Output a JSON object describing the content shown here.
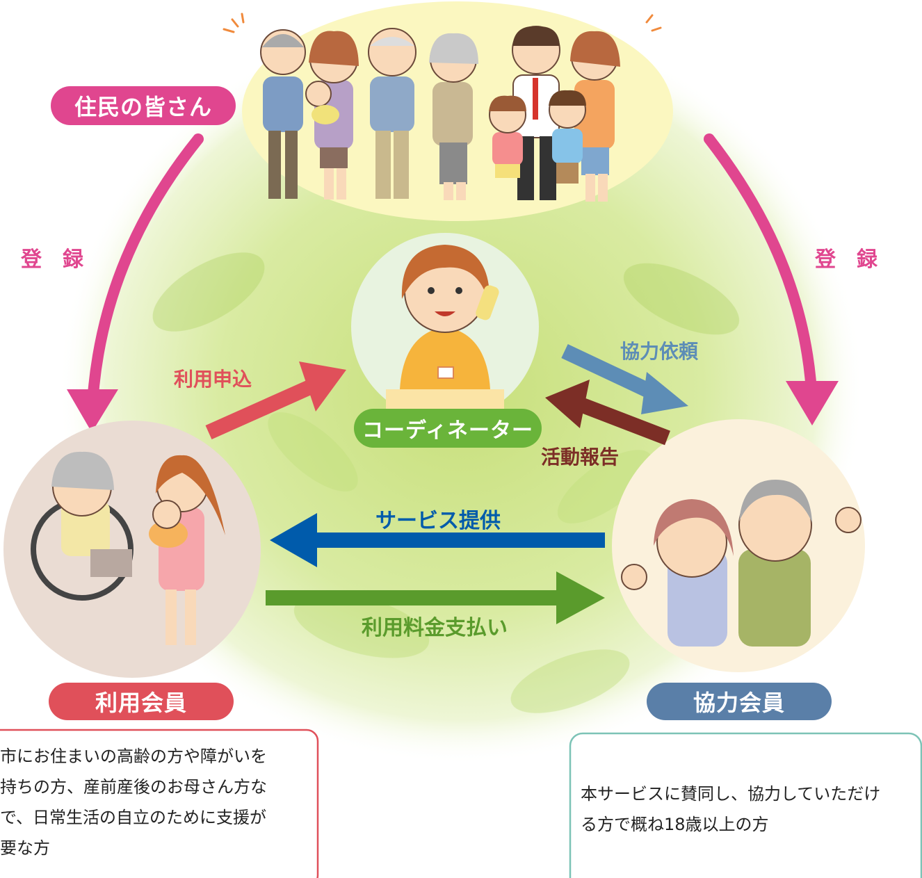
{
  "colors": {
    "pink": "#e0468f",
    "red": "#e0505a",
    "blue": "#005bab",
    "steel": "#5d8db6",
    "green": "#5a9b2c",
    "brown": "#7c2e26",
    "coordinator": "#6ab43a",
    "member_blue": "#5a7fa8"
  },
  "residents_label": "住民の皆さん",
  "register_left": "登　録",
  "register_right": "登　録",
  "coordinator_label": "コーディネーター",
  "arrows": {
    "apply": "利用申込",
    "request": "協力依頼",
    "report": "活動報告",
    "service": "サービス提供",
    "payment": "利用料金支払い"
  },
  "user_member": {
    "title": "利用会員",
    "desc_lines": [
      "市にお住まいの高齢の方や障がいを",
      "持ちの方、産前産後のお母さん方な",
      "で、日常生活の自立のために支援が",
      "要な方"
    ]
  },
  "coop_member": {
    "title": "協力会員",
    "desc_lines": [
      "本サービスに賛同し、協力していただけ",
      "る方で概ね18歳以上の方"
    ]
  },
  "icons": [
    "residents-group-illustration",
    "coordinator-illustration",
    "user-member-illustration",
    "coop-member-illustration"
  ]
}
